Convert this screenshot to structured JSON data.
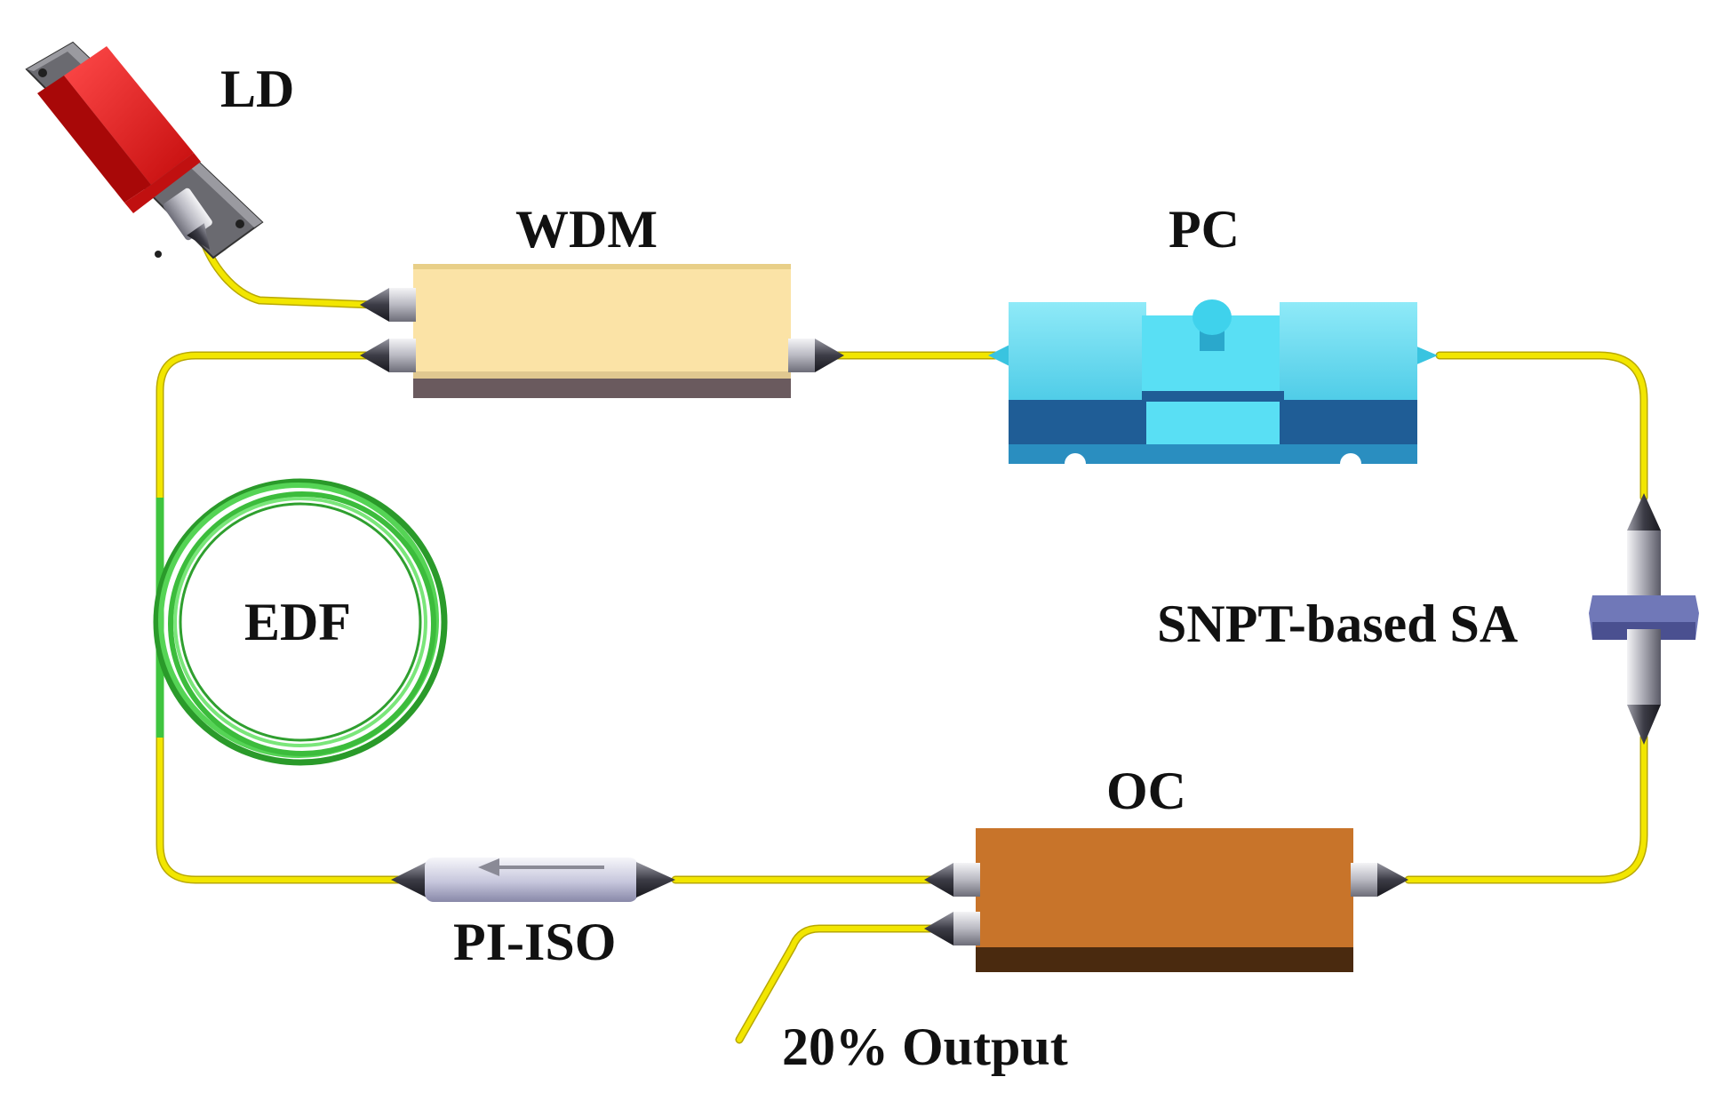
{
  "labels": {
    "ld": "LD",
    "wdm": "WDM",
    "pc": "PC",
    "edf": "EDF",
    "sa": "SNPT-based SA",
    "oc": "OC",
    "iso": "PI-ISO",
    "output": "20% Output"
  },
  "colors": {
    "fiber": "#f2e600",
    "edf_coil": "#3fc43f",
    "ld_body": "#e01818",
    "wdm_body": "#fbe3a6",
    "pc_body": "#4cd4ee",
    "pc_dark": "#1f5d96",
    "oc_body": "#c8742a",
    "oc_base": "#4a2a0f",
    "sa_ring": "#7078b8",
    "connector": "#c8c8cc"
  },
  "icons": {
    "laser": "laser-diode-icon",
    "isolator_arrow": "arrow-left-icon"
  }
}
